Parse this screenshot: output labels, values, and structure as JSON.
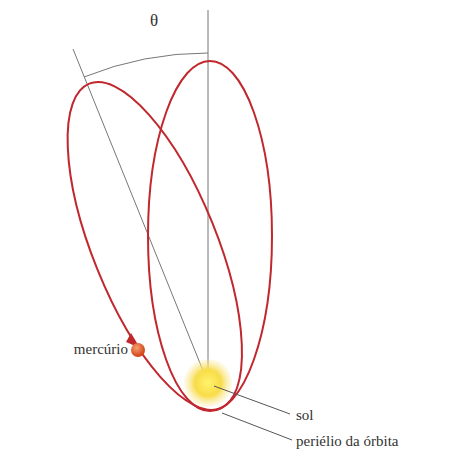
{
  "diagram": {
    "labels": [
      "θ",
      "mercúrio",
      "sol",
      "periélio da órbita"
    ]
  }
}
